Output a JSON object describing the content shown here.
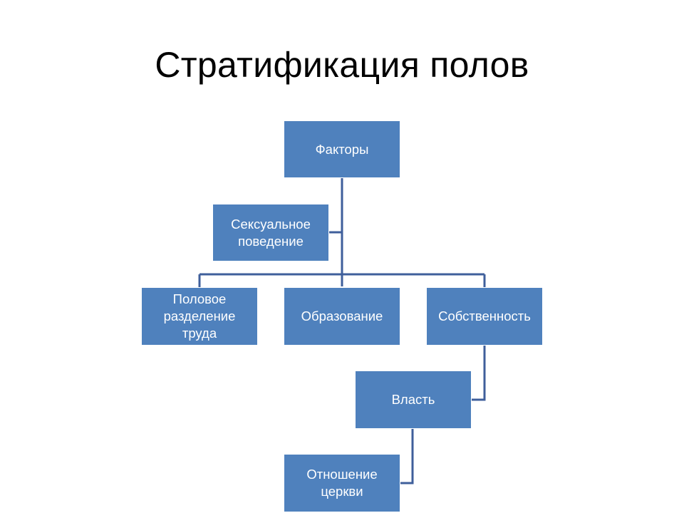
{
  "title": "Стратификация полов",
  "colors": {
    "box_fill": "#4f81bd",
    "connector": "#3f5f9b",
    "text": "#ffffff"
  },
  "nodes": {
    "root": "Факторы",
    "sexual": "Сексуальное поведение",
    "labor": "Половое разделение труда",
    "education": "Образование",
    "property": "Собственность",
    "power": "Власть",
    "church": "Отношение церкви"
  },
  "edges": [
    [
      "root",
      "sexual"
    ],
    [
      "root",
      "labor"
    ],
    [
      "root",
      "education"
    ],
    [
      "root",
      "property"
    ],
    [
      "property",
      "power"
    ],
    [
      "power",
      "church"
    ]
  ]
}
